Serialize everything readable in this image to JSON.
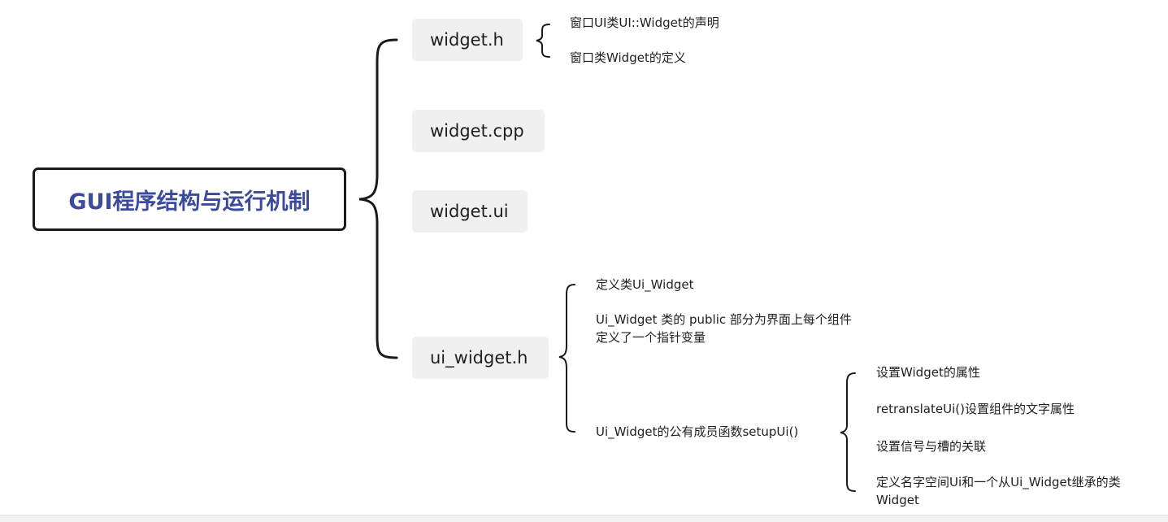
{
  "mindmap": {
    "root": {
      "label": "GUI程序结构与运行机制"
    },
    "branches": [
      {
        "label": "widget.h",
        "notes": [
          "窗口UI类UI::Widget的声明",
          "窗口类Widget的定义"
        ]
      },
      {
        "label": "widget.cpp",
        "notes": []
      },
      {
        "label": "widget.ui",
        "notes": []
      },
      {
        "label": "ui_widget.h",
        "notes": [
          "定义类Ui_Widget",
          "Ui_Widget 类的 public 部分为界面上每个组件\n定义了一个指针变量",
          "Ui_Widget的公有成员函数setupUi()"
        ],
        "sub_notes": [
          "设置Widget的属性",
          "retranslateUi()设置组件的文字属性",
          "设置信号与槽的关联",
          "定义名字空间Ui和一个从Ui_Widget继承的类\nWidget"
        ]
      }
    ]
  },
  "colors": {
    "root_text": "#3b4a9a",
    "root_border": "#1a1a1a",
    "branch_fill": "#f0f0f0",
    "connector": "#1a1a1a",
    "text": "#1f1f1f"
  }
}
